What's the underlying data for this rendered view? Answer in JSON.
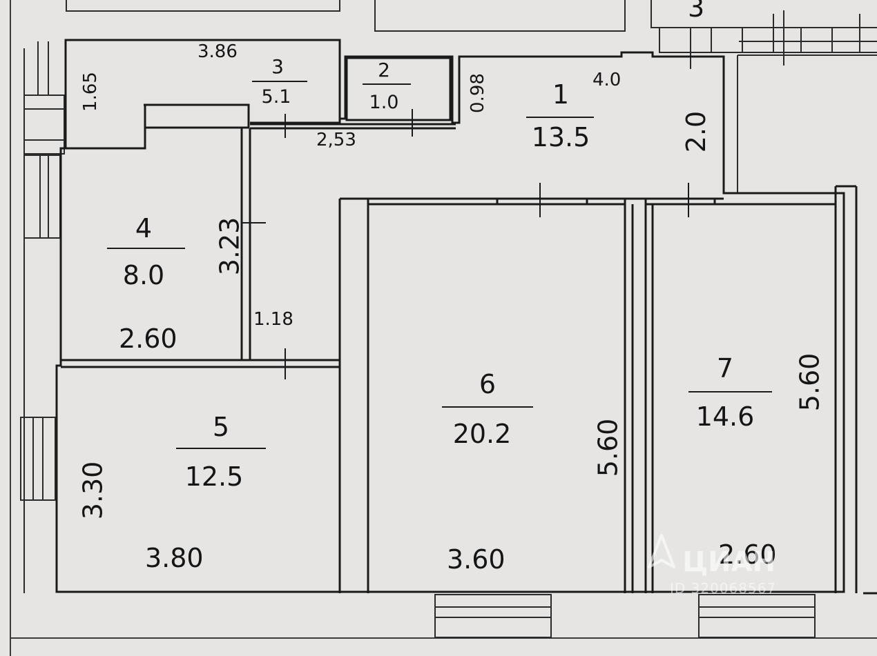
{
  "rooms": [
    {
      "id": "1",
      "number": "1",
      "area": "13.5"
    },
    {
      "id": "2",
      "number": "2",
      "area": "1.0"
    },
    {
      "id": "3",
      "number": "3",
      "area": "5.1"
    },
    {
      "id": "4",
      "number": "4",
      "area": "8.0"
    },
    {
      "id": "5",
      "number": "5",
      "area": "12.5"
    },
    {
      "id": "6",
      "number": "6",
      "area": "20.2"
    },
    {
      "id": "7",
      "number": "7",
      "area": "14.6"
    }
  ],
  "dimensions": {
    "room1_width": "4.0",
    "room1_depth": "2.0",
    "room2_depth": "0.98",
    "corridor_width": "2,53",
    "room3_width": "3.86",
    "room3_depth": "1.65",
    "room4_depth": "3.23",
    "room4_width": "2.60",
    "passage_width": "1.18",
    "room5_depth": "3.30",
    "room5_width": "3.80",
    "room6_depth": "5.60",
    "room6_width": "3.60",
    "room7_depth": "5.60",
    "room7_width": "2.60"
  },
  "stair_label": "3",
  "watermark": {
    "logo": "ЦИАН",
    "id": "ID 320068567"
  }
}
